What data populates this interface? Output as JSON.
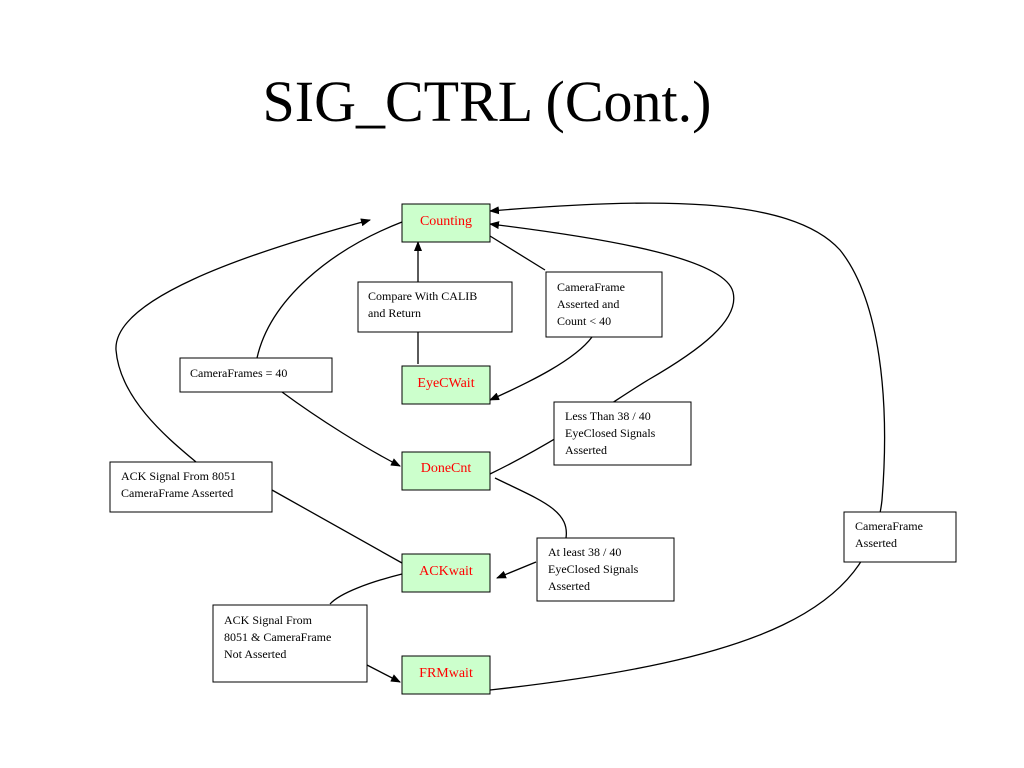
{
  "slide": {
    "title": "SIG_CTRL (Cont.)"
  },
  "colors": {
    "state_fill": "#ccffcc",
    "state_text": "#ff0000",
    "stroke": "#000000"
  },
  "states": {
    "counting": "Counting",
    "eyecwait": "EyeCWait",
    "donecnt": "DoneCnt",
    "ackwait": "ACKwait",
    "frmwait": "FRMwait"
  },
  "labels": {
    "compare_calib": [
      "Compare With CALIB",
      "and Return"
    ],
    "cameraframe_count": [
      "CameraFrame",
      "Asserted and",
      "Count < 40"
    ],
    "cameraframes_40": [
      "CameraFrames = 40"
    ],
    "less_than_38": [
      "Less Than 38 / 40",
      "EyeClosed Signals",
      "Asserted"
    ],
    "ack_8051_asserted": [
      "ACK Signal From 8051",
      "CameraFrame Asserted"
    ],
    "cameraframe_asserted": [
      "CameraFrame",
      "Asserted"
    ],
    "at_least_38": [
      "At least 38 / 40",
      "EyeClosed Signals",
      "Asserted"
    ],
    "ack_8051_not_asserted": [
      "ACK Signal From",
      "8051 & CameraFrame",
      "Not Asserted"
    ]
  }
}
